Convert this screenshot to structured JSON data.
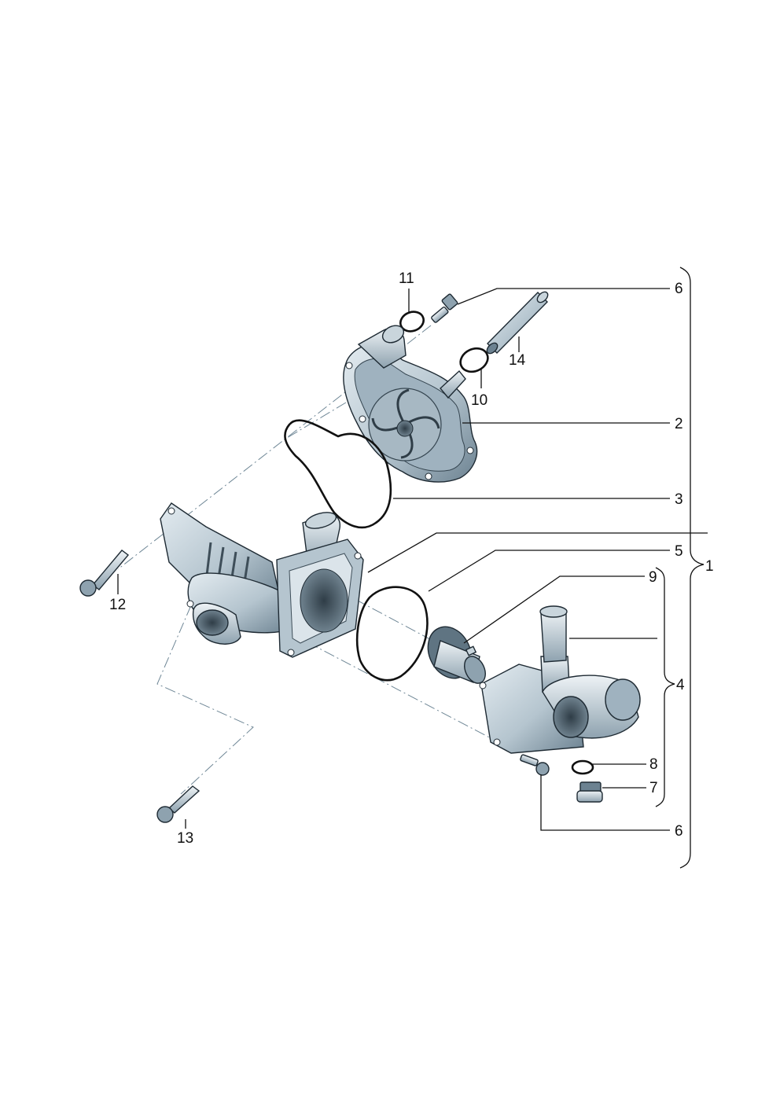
{
  "callouts": {
    "c1": "1",
    "c2": "2",
    "c3": "3",
    "c4": "4",
    "c5": "5",
    "c6_top": "6",
    "c6_bottom": "6",
    "c7": "7",
    "c8": "8",
    "c9": "9",
    "c10": "10",
    "c11": "11",
    "c12": "12",
    "c13": "13",
    "c14": "14"
  },
  "colors": {
    "metal_light": "#e3ebf0",
    "metal_mid": "#b5c5cf",
    "metal_dark": "#6c8291",
    "line": "#111111",
    "dash": "#6f8796"
  }
}
